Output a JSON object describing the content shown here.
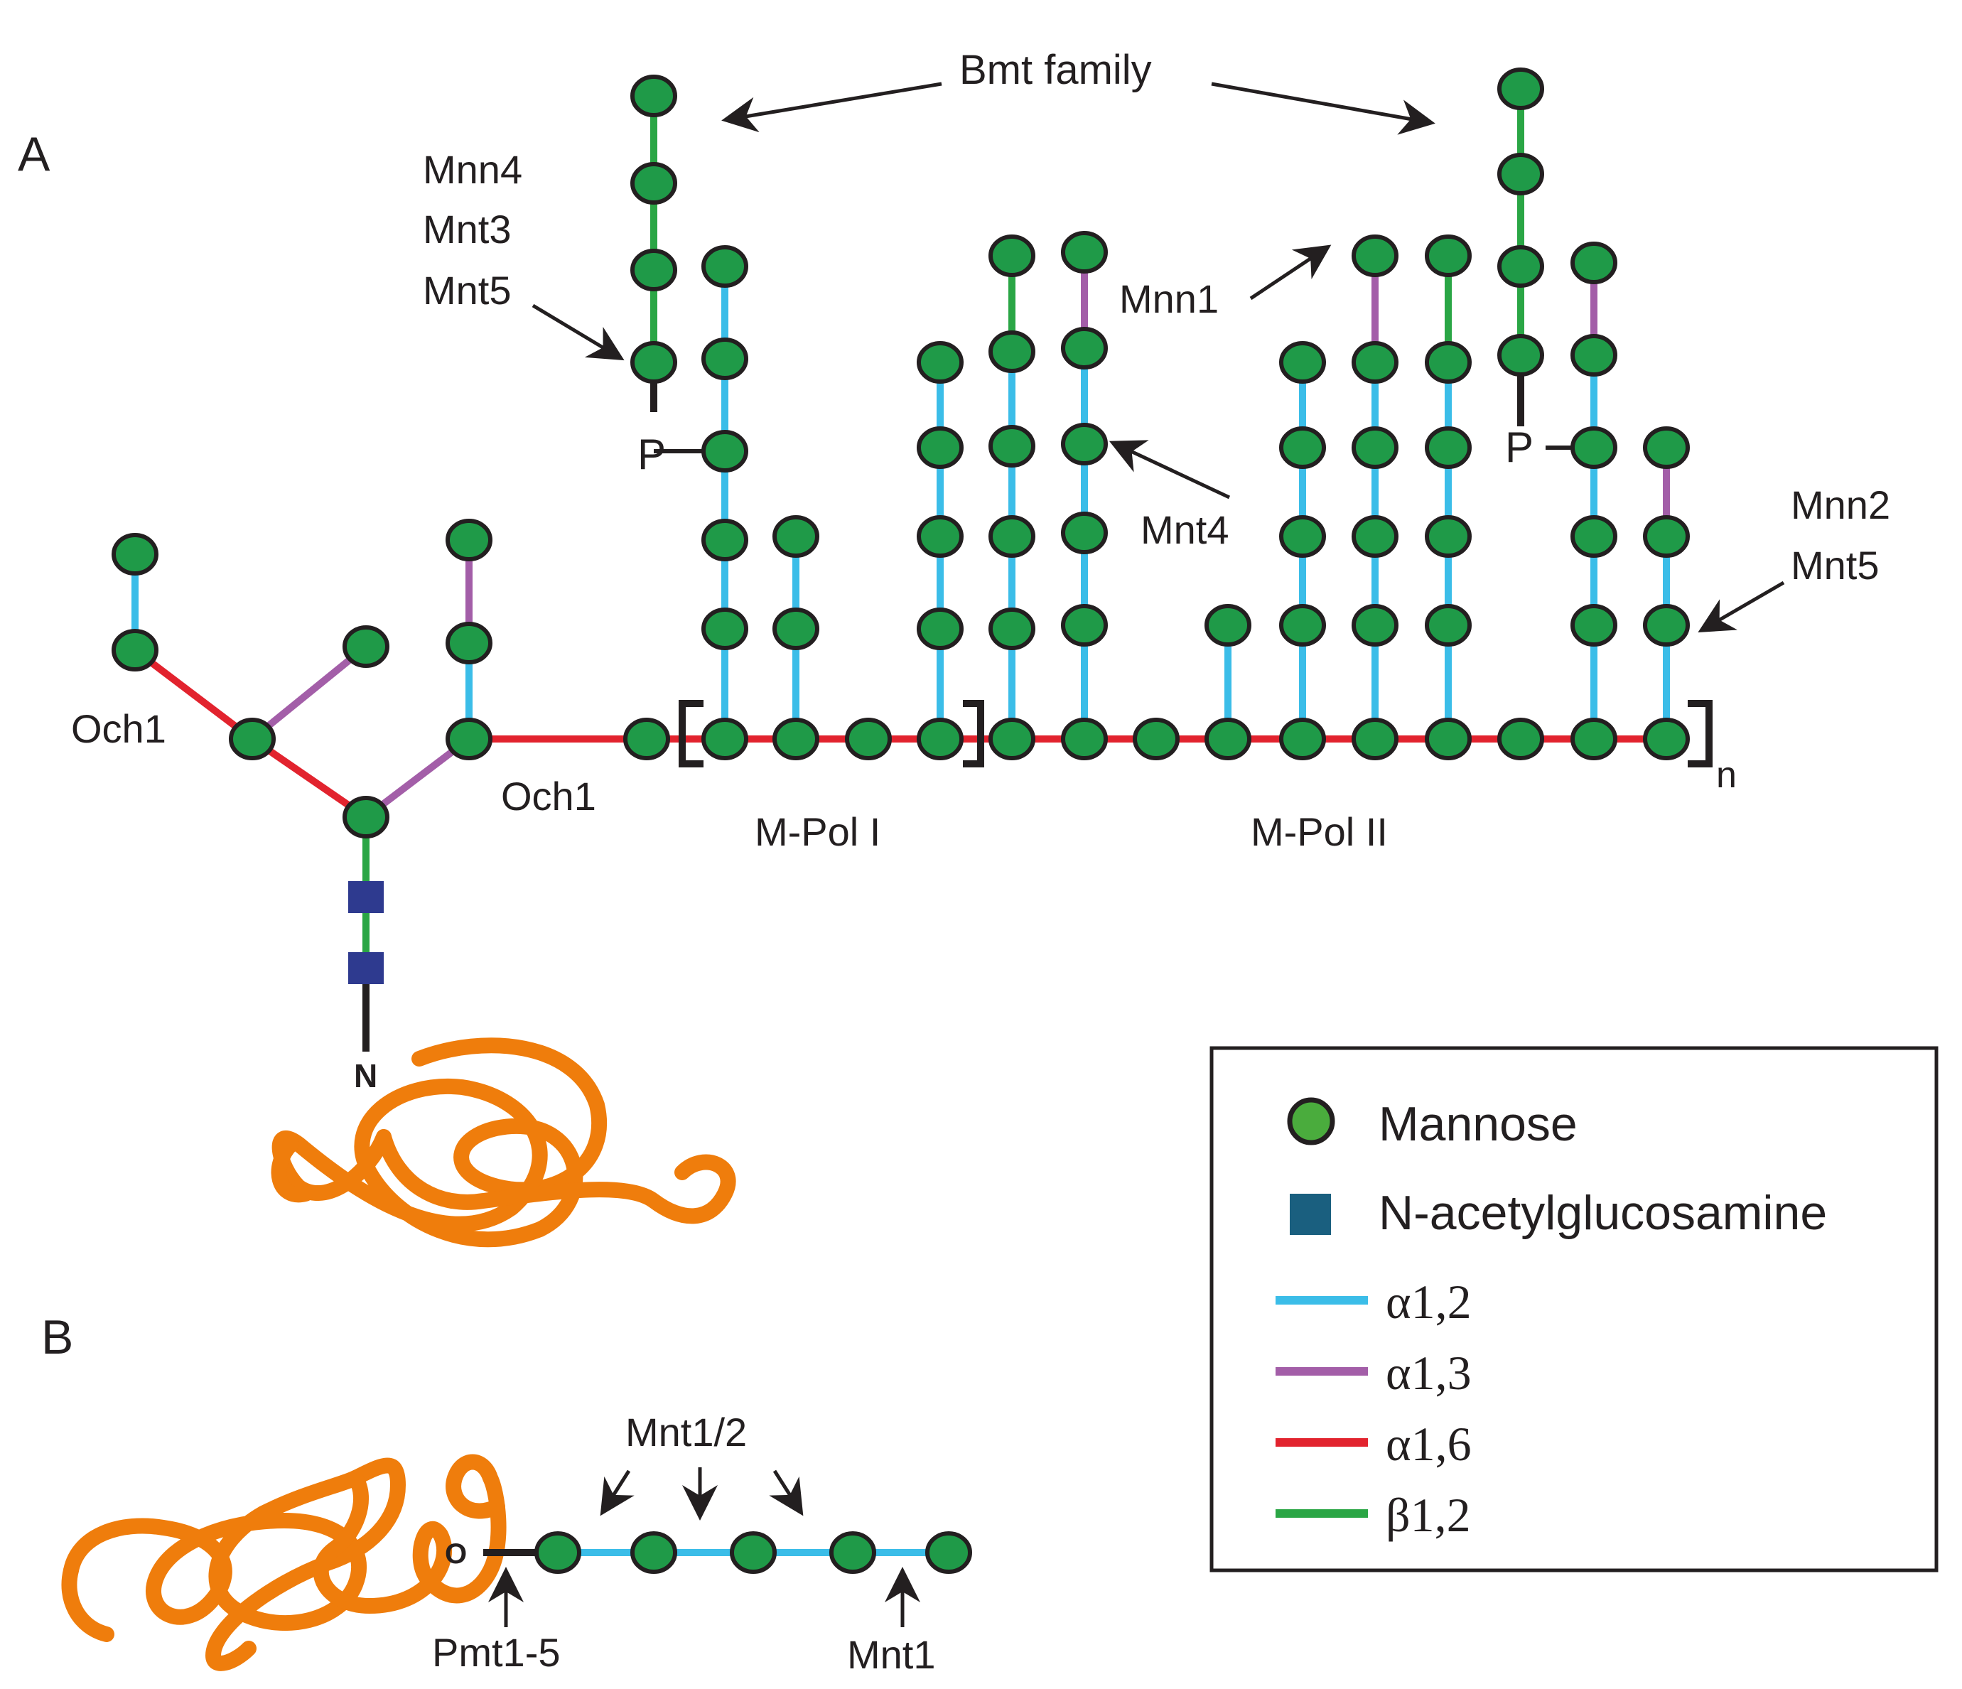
{
  "panels": {
    "a": "A",
    "b": "B"
  },
  "annotations": {
    "bmt_family": "Bmt family",
    "mnn4": "Mnn4",
    "mnt3": "Mnt3",
    "mnt5_top": "Mnt5",
    "mnn1": "Mnn1",
    "mnt4": "Mnt4",
    "mnn2": "Mnn2",
    "mnt5_right": "Mnt5",
    "och1_left": "Och1",
    "och1_mid": "Och1",
    "mpol1": "M-Pol I",
    "mpol2": "M-Pol II",
    "repeat_n": "n",
    "phosphate_left": "P",
    "phosphate_right": "P",
    "n_link": "N",
    "mnt12": "Mnt1/2",
    "pmt15": "Pmt1-5",
    "mnt1": "Mnt1",
    "o_link": "O"
  },
  "legend": {
    "mannose": "Mannose",
    "glcnac": "N-acetylglucosamine",
    "a12": "α1,2",
    "a13": "α1,3",
    "a16": "α1,6",
    "b12": "β1,2"
  },
  "colors": {
    "mannose": "#1f9a48",
    "glcnac": "#2e3a8f",
    "a12": "#3bbde8",
    "a13": "#a35ea8",
    "a16": "#e2232e",
    "b12": "#2aa645",
    "protein": "#ef7d0c",
    "ink": "#231f20"
  }
}
